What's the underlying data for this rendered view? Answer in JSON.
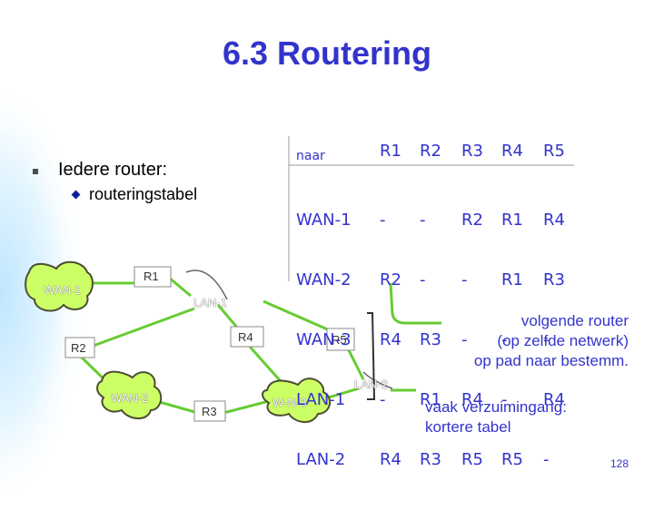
{
  "slide": {
    "title": "6.3 Routering",
    "bullet_main": "Iedere router:",
    "bullet_sub": "routeringstabel",
    "page_number": "128"
  },
  "table": {
    "header_label": "naar",
    "destinations": [
      "WAN-1",
      "WAN-2",
      "WAN-3",
      "LAN-1",
      "LAN-2"
    ],
    "routers": [
      {
        "name": "R1",
        "entries": [
          "-",
          "R2",
          "R4",
          "-",
          "R4"
        ]
      },
      {
        "name": "R2",
        "entries": [
          "-",
          "-",
          "R3",
          "R1",
          "R3"
        ]
      },
      {
        "name": "R3",
        "entries": [
          "R2",
          "-",
          "-",
          "R4",
          "R5"
        ]
      },
      {
        "name": "R4",
        "entries": [
          "R1",
          "R1",
          "-",
          "-",
          "R5"
        ]
      },
      {
        "name": "R5",
        "entries": [
          "R4",
          "R3",
          "-",
          "R4",
          "-"
        ]
      }
    ]
  },
  "network": {
    "networks": [
      "WAN-1",
      "WAN-2",
      "W-N-3",
      "LAN-1",
      "LAN-2"
    ],
    "routers": [
      "R1",
      "R2",
      "R3",
      "R4",
      "R5"
    ]
  },
  "notes": {
    "next_router": [
      "volgende router",
      "(op zelfde netwerk)",
      "op pad naar bestemm."
    ],
    "default": [
      "vaak verzuimingang:",
      "kortere tabel"
    ]
  },
  "colors": {
    "title": "#3333cc",
    "text_blue": "#3333cc",
    "cloud_fill": "#ccff66",
    "cloud_stroke": "#4d4d33",
    "link_green": "#66cc33",
    "bg_glow": "#d9f2ff"
  }
}
